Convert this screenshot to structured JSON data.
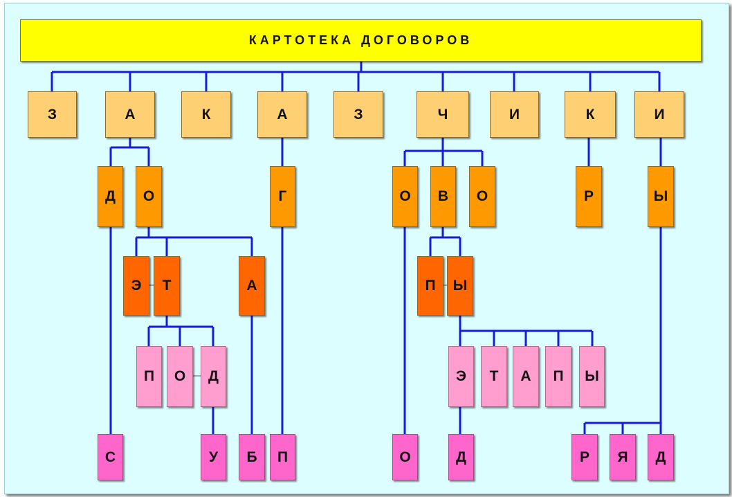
{
  "title": "КАРТОТЕКА ДОГОВОРОВ",
  "colors": {
    "background": "#dcfefe",
    "title": "#ffff00",
    "level1": "#ffcf73",
    "level2": "#ff9900",
    "level3": "#ff6600",
    "level4": "#ff9ecf",
    "level5": "#ff66cc",
    "connector": "#1a1adb"
  },
  "row1": [
    "З",
    "А",
    "К",
    "А",
    "З",
    "Ч",
    "И",
    "К",
    "И"
  ],
  "row2": [
    "Д",
    "О",
    "Г",
    "О",
    "В",
    "О",
    "Р",
    "Ы"
  ],
  "row3": [
    "Э",
    "Т",
    "А",
    "П",
    "Ы"
  ],
  "row4": [
    "П",
    "О",
    "Д",
    "Э",
    "Т",
    "А",
    "П",
    "Ы"
  ],
  "row5": [
    "С",
    "У",
    "Б",
    "П",
    "О",
    "Д",
    "Р",
    "Я",
    "Д"
  ]
}
